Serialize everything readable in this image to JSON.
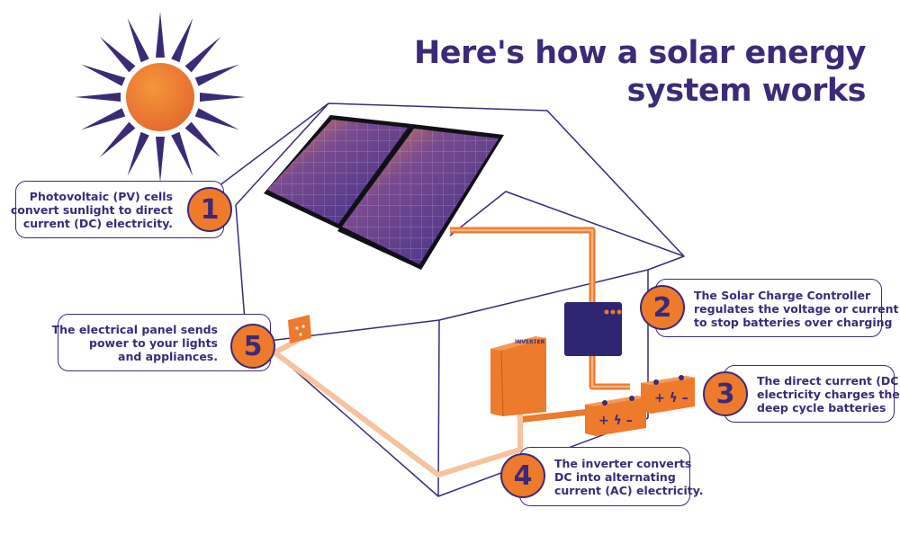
{
  "title": {
    "line1": "Here's how a solar energy",
    "line2": "system works"
  },
  "colors": {
    "purple": "#3b2a78",
    "orange": "#ee7a2b",
    "wire": "#f3b07a",
    "panel": "#3a2f8a"
  },
  "icons": {
    "sun": "sun-icon",
    "panels": "solar-panel-icon",
    "controller": "charge-controller-icon",
    "inverter": "inverter-icon",
    "battery": "battery-icon",
    "outlet": "power-outlet-icon"
  },
  "device_labels": {
    "inverter": "INVERTER"
  },
  "steps": [
    {
      "number": "1",
      "lines": [
        "Photovoltaic (PV) cells",
        "convert sunlight to direct",
        "current (DC) electricity."
      ]
    },
    {
      "number": "2",
      "lines": [
        "The Solar Charge Controller",
        "regulates the voltage or current",
        "to stop batteries over charging"
      ]
    },
    {
      "number": "3",
      "lines": [
        "The direct current (DC)",
        "electricity charges the",
        "deep cycle batteries"
      ]
    },
    {
      "number": "4",
      "lines": [
        "The inverter converts",
        "DC into alternating",
        "current (AC) electricity."
      ]
    },
    {
      "number": "5",
      "lines": [
        "The electrical panel sends",
        "power to your lights",
        "and appliances."
      ]
    }
  ]
}
